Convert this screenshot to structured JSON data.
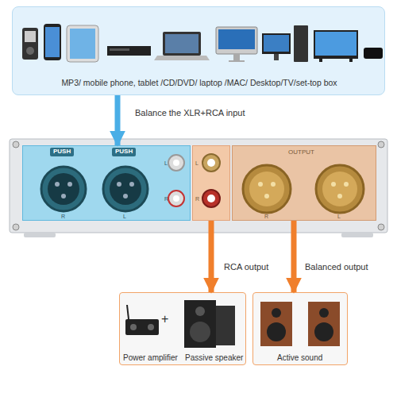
{
  "diagram": {
    "nodes": [
      {
        "text": [
          "MP3/ mobile phone, tablet /CD/DVD/ laptop /MAC/ Desktop/TV/set-top box"
        ]
      },
      {
        "text": [
          "PUSH",
          "PUSH",
          "L",
          "R",
          "R",
          "L"
        ]
      },
      {
        "text": [
          "L",
          "R"
        ]
      },
      {
        "text": [
          "OUTPUT",
          "R",
          "L"
        ]
      },
      {
        "text": [
          "+",
          "Power amplifier",
          "Passive speaker"
        ]
      },
      {
        "text": [
          "Active sound"
        ]
      }
    ],
    "edges": [
      {
        "from": 0,
        "to": 1,
        "arrow": "to",
        "label": "Balance the XLR+RCA input"
      },
      {
        "from": 2,
        "to": 4,
        "arrow": "to",
        "label": "RCA output"
      },
      {
        "from": 3,
        "to": 5,
        "arrow": "to",
        "label": "Balanced output"
      }
    ]
  }
}
